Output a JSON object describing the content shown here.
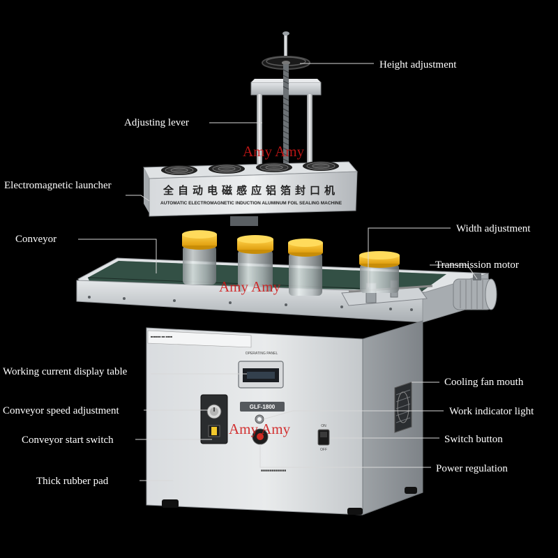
{
  "callouts": {
    "height_adjustment": "Height adjustment",
    "adjusting_lever": "Adjusting lever",
    "electromagnetic_launcher": "Electromagnetic launcher",
    "conveyor": "Conveyor",
    "width_adjustment": "Width adjustment",
    "transmission_motor": "Transmission motor",
    "working_current_display_table": "Working current display table",
    "cooling_fan_mouth": "Cooling fan mouth",
    "conveyor_speed_adjustment": "Conveyor speed adjustment",
    "work_indicator_light": "Work indicator light",
    "conveyor_start_switch": "Conveyor start switch",
    "switch_button": "Switch button",
    "power_regulation": "Power regulation",
    "thick_rubber_pad": "Thick rubber pad"
  },
  "machine": {
    "head_title_cn": "全自动电磁感应铝箔封口机",
    "head_title_en": "AUTOMATIC ELECTROMAGNETIC INDUCTION ALUMINUM FOIL SEALING MACHINE",
    "model": "GLF-1800",
    "panel_small_text": "OPERATING PANEL",
    "on_label": "ON",
    "off_label": "OFF"
  },
  "watermarks": [
    "Amy Amy",
    "Amy Amy",
    "Amy Amy"
  ],
  "colors": {
    "background": "#000000",
    "text": "#ffffff",
    "leader": "#d8d8d8",
    "watermark": "#d01818",
    "steel": "#c9cdd0",
    "belt": "#2f4a40",
    "lid": "#f0b418"
  }
}
